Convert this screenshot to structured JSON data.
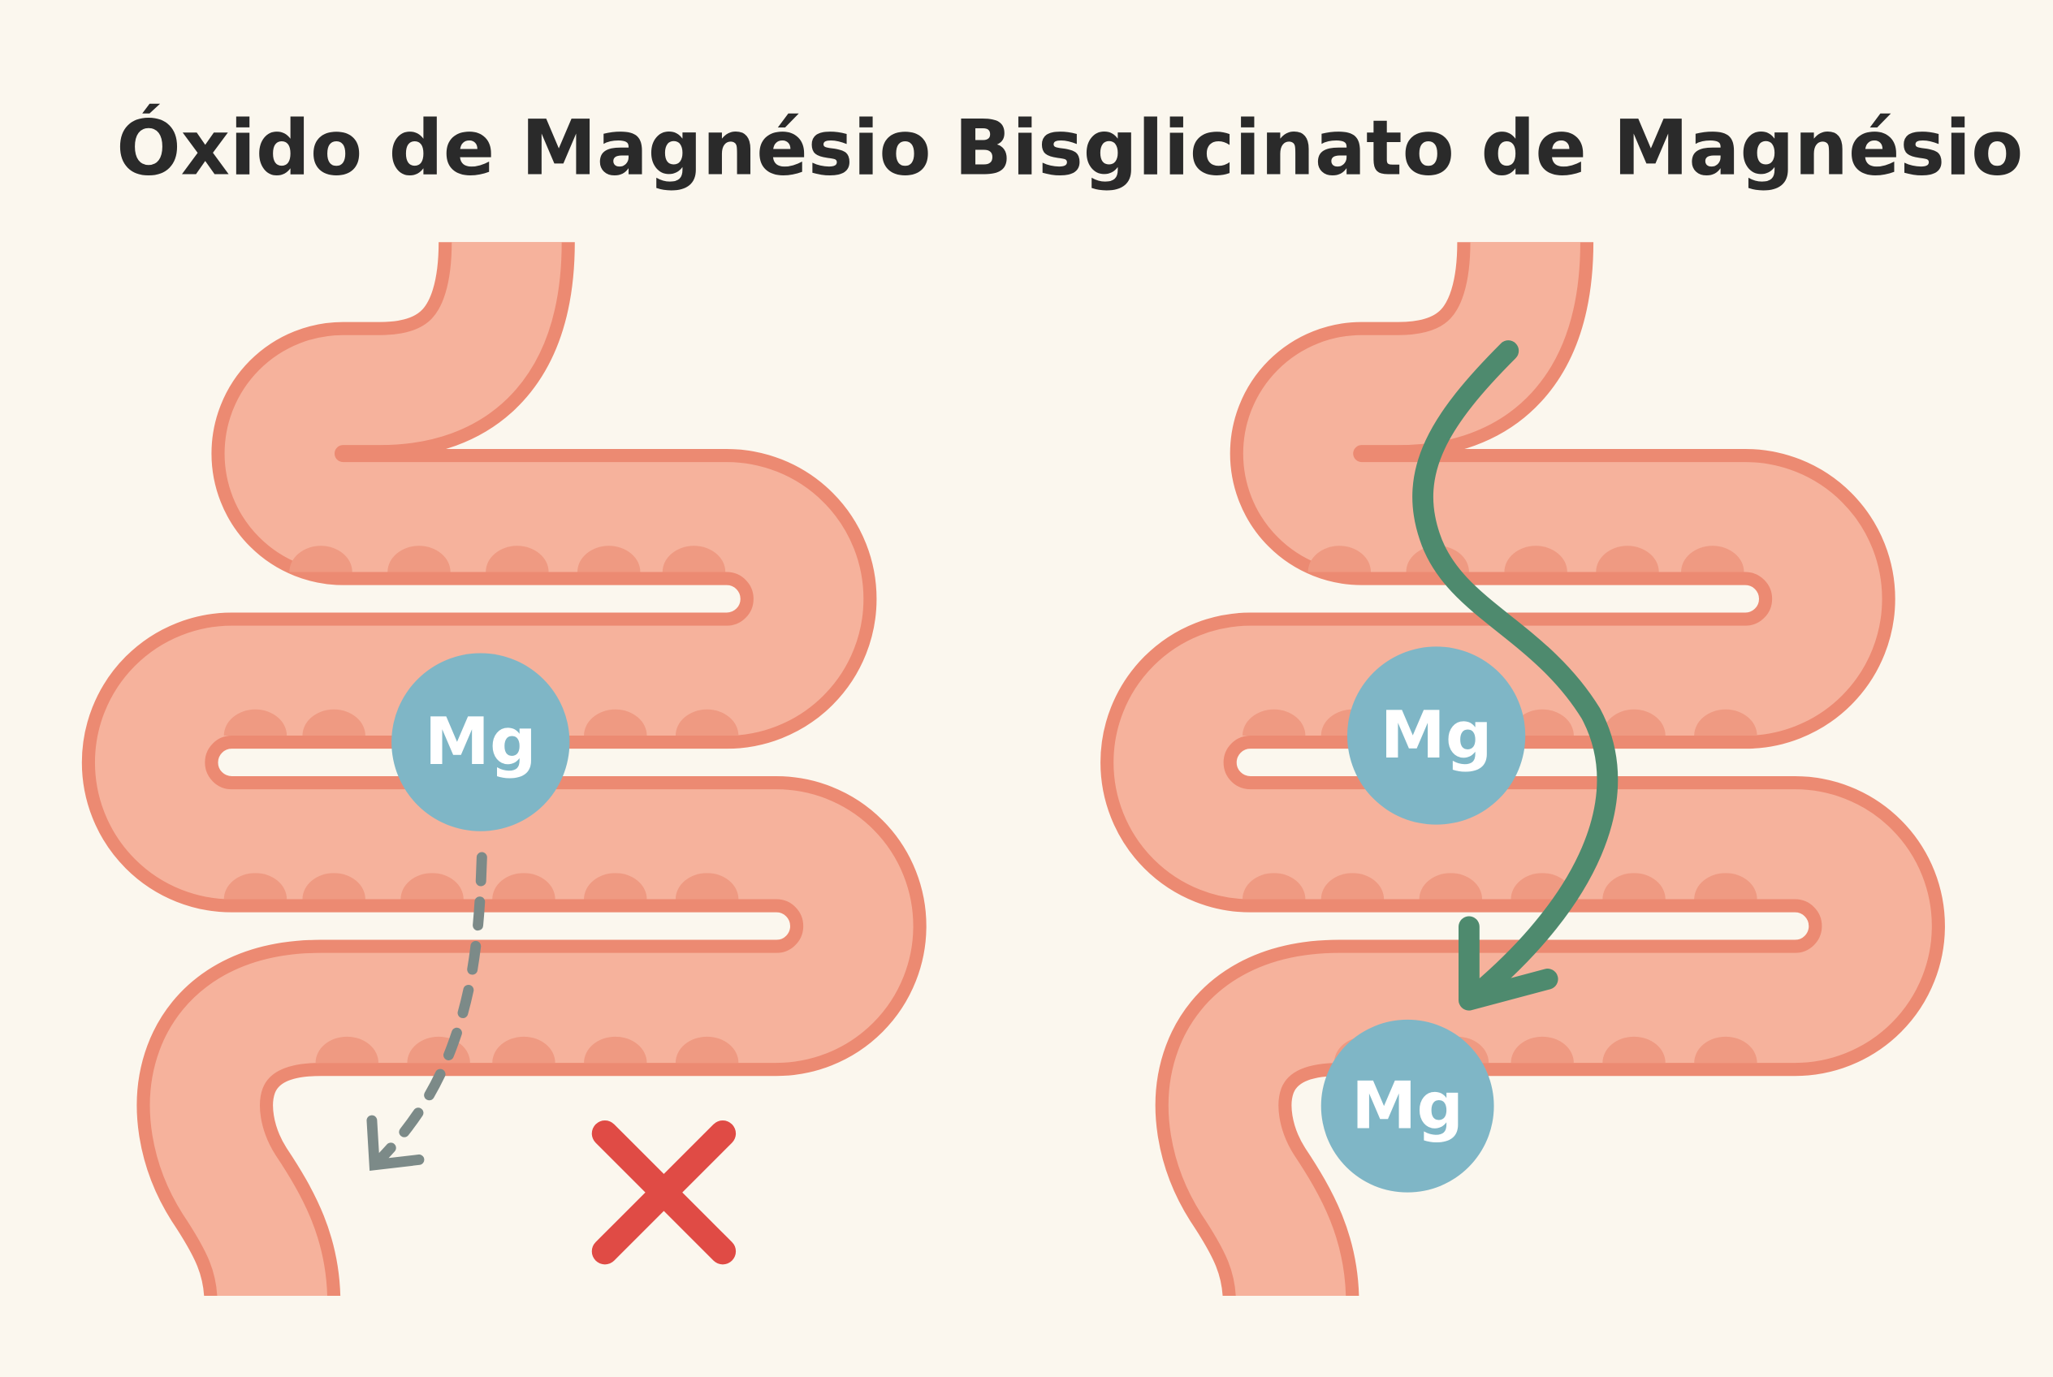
{
  "panels": [
    {
      "title": "Óxido de Magnésio",
      "molecule_label": "Mg",
      "outcome_icon": "x-mark-icon",
      "arrow_style": "dashed-gray"
    },
    {
      "title": "Bisglicinato de Magnésio",
      "molecule_labels": [
        "Mg",
        "Mg"
      ],
      "arrow_style": "solid-green"
    }
  ],
  "colors": {
    "background": "#fbf7ee",
    "intestine_fill": "#f6b29c",
    "intestine_outline": "#ec8a72",
    "villi": "#ef9a82",
    "magnesium": "#7fb6c6",
    "absorption_arrow": "#4e8a6e",
    "failed_arrow": "#7c8a88",
    "x_mark": "#e04b45",
    "title": "#2a2a2a"
  }
}
